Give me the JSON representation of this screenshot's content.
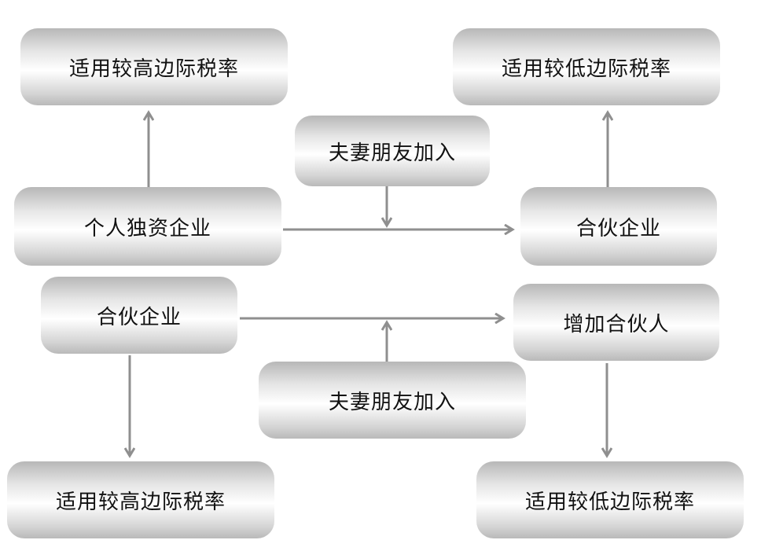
{
  "colors": {
    "arrow": "#8f8f8f",
    "text": "#111111"
  },
  "top": {
    "high_rate": "适用较高边际税率",
    "low_rate": "适用较低边际税率",
    "spouse_friends": "夫妻朋友加入",
    "sole_proprietorship": "个人独资企业",
    "partnership": "合伙企业"
  },
  "bottom": {
    "partnership": "合伙企业",
    "add_partner": "增加合伙人",
    "spouse_friends": "夫妻朋友加入",
    "high_rate": "适用较高边际税率",
    "low_rate": "适用较低边际税率"
  }
}
